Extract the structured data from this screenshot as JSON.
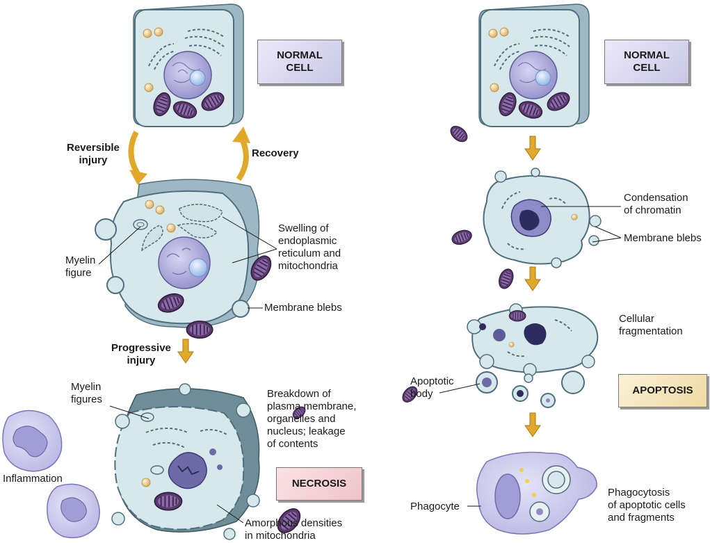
{
  "colors": {
    "cell_fill": "#d6e8ec",
    "cell_edge": "#4f6e7c",
    "cell_back": "#9db8c4",
    "necrosis_back": "#6f8c99",
    "nucleus": "#a9a7d6",
    "nucleolus": "#bcd0f0",
    "mitochondria": "#5a3a6e",
    "granule": "#e8c98a",
    "arrow": "#e0a92a",
    "phagocyte": "#cbc8ec",
    "normal_box": "#d8d5ef",
    "necrosis_box": "#f4d2d6",
    "apoptosis_box": "#f3e3b6"
  },
  "boxes": {
    "normal_left": "NORMAL\nCELL",
    "normal_right": "NORMAL\nCELL",
    "necrosis": "NECROSIS",
    "apoptosis": "APOPTOSIS"
  },
  "left": {
    "reversible_injury": "Reversible\ninjury",
    "recovery": "Recovery",
    "myelin_figure": "Myelin\nfigure",
    "swelling": "Swelling of\nendoplasmic\nreticulum and\nmitochondria",
    "membrane_blebs": "Membrane blebs",
    "progressive_injury": "Progressive\ninjury",
    "myelin_figures": "Myelin\nfigures",
    "breakdown": "Breakdown of\nplasma membrane,\norganelles and\nnucleus; leakage\nof contents",
    "inflammation": "Inflammation",
    "amorphous": "Amorphous densities\nin mitochondria"
  },
  "right": {
    "condensation": "Condensation\nof chromatin",
    "membrane_blebs": "Membrane blebs",
    "fragmentation": "Cellular\nfragmentation",
    "apoptotic_body": "Apoptotic\nbody",
    "phagocyte": "Phagocyte",
    "phagocytosis": "Phagocytosis\nof apoptotic cells\nand fragments"
  }
}
